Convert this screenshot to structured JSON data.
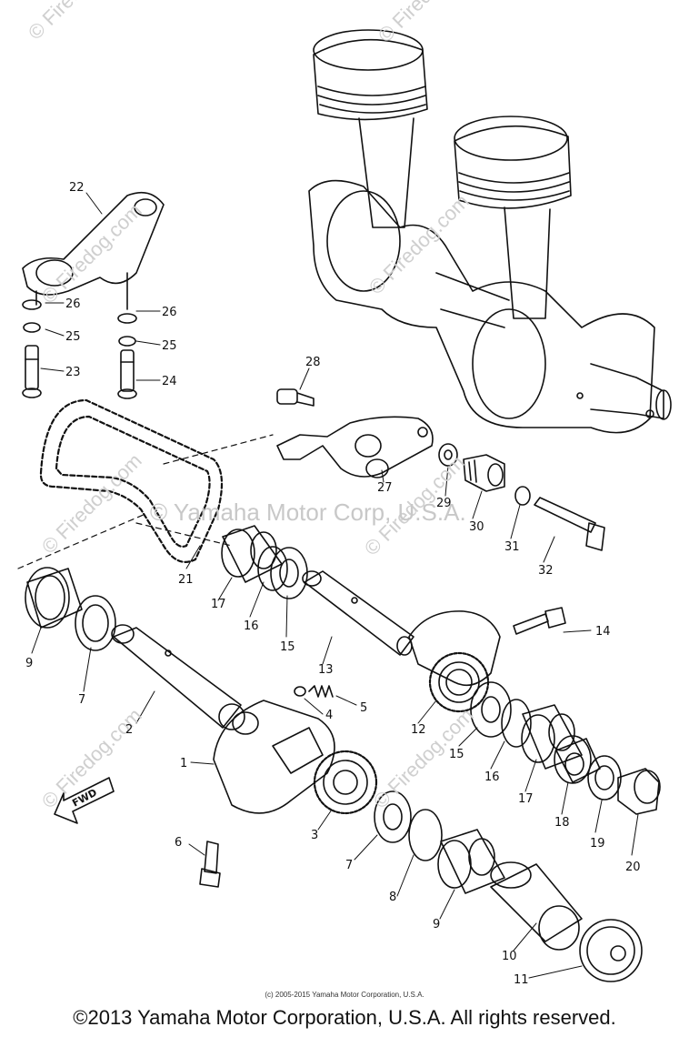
{
  "watermarks": {
    "site": "© Firedog.com",
    "corp": "© Yamaha Motor Corp, U.S.A."
  },
  "labels": {
    "fwd": "FWD",
    "c1": "1",
    "c2": "2",
    "c3": "3",
    "c4": "4",
    "c5": "5",
    "c6": "6",
    "c7a": "7",
    "c7b": "7",
    "c8": "8",
    "c9a": "9",
    "c9b": "9",
    "c10": "10",
    "c11": "11",
    "c12": "12",
    "c13": "13",
    "c14": "14",
    "c15a": "15",
    "c15b": "15",
    "c16a": "16",
    "c16b": "16",
    "c17a": "17",
    "c17b": "17",
    "c18": "18",
    "c19": "19",
    "c20": "20",
    "c21": "21",
    "c22": "22",
    "c23": "23",
    "c24": "24",
    "c25a": "25",
    "c25b": "25",
    "c26a": "26",
    "c26b": "26",
    "c27": "27",
    "c28": "28",
    "c29": "29",
    "c30": "30",
    "c31": "31",
    "c32": "32"
  },
  "footer": {
    "small": "(c) 2005-2015 Yamaha Motor Corporation, U.S.A.",
    "main": "©2013 Yamaha Motor Corporation, U.S.A. All rights reserved."
  }
}
